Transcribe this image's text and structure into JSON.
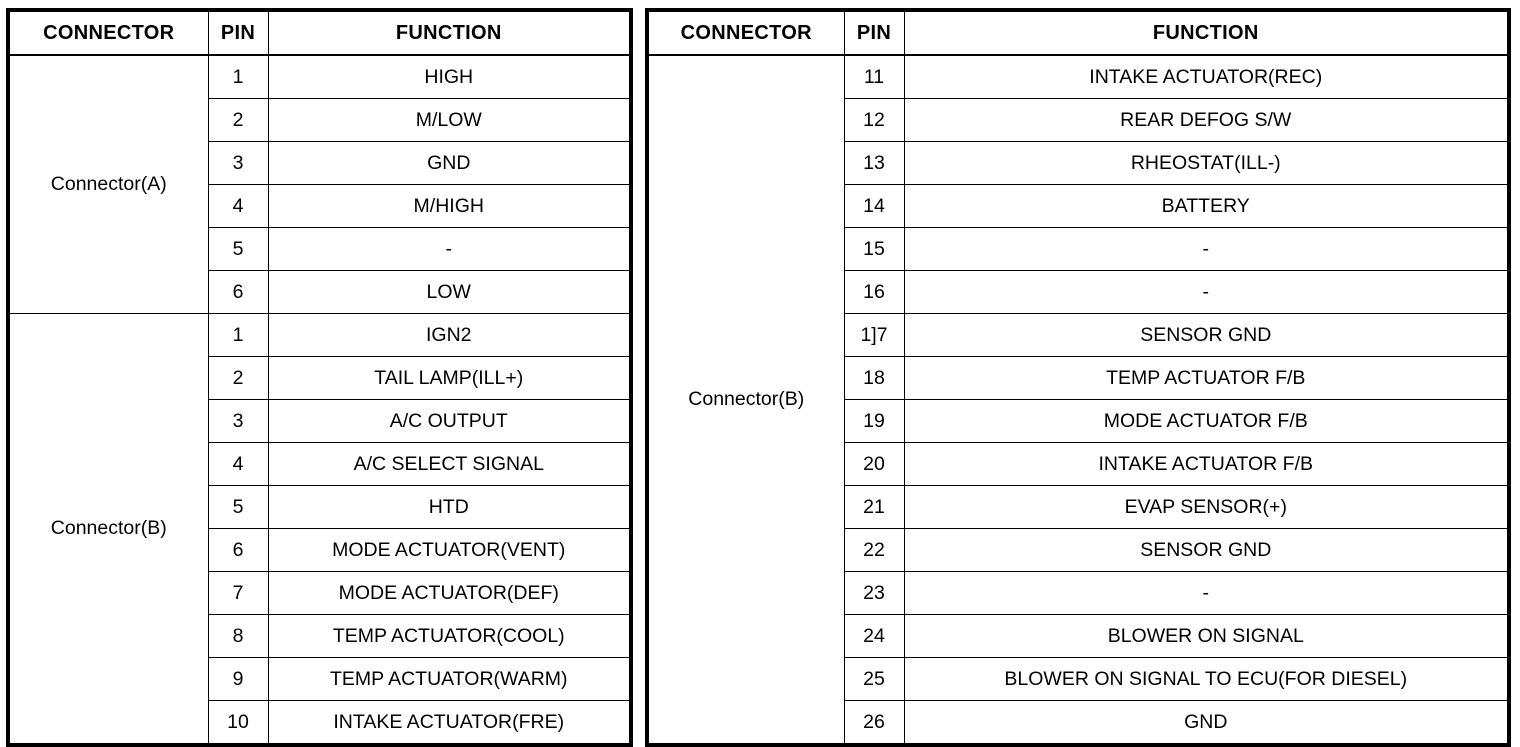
{
  "document": {
    "title": "Connector Pin Function Table",
    "text_color": "#000000",
    "background_color": "#ffffff",
    "border_color": "#000000"
  },
  "headers": {
    "connector": "CONNECTOR",
    "pin": "PIN",
    "function": "FUNCTION"
  },
  "left_table": {
    "columns": [
      "CONNECTOR",
      "PIN",
      "FUNCTION"
    ],
    "groups": [
      {
        "connector": "Connector(A)",
        "rows": [
          {
            "pin": "1",
            "function": "HIGH"
          },
          {
            "pin": "2",
            "function": "M/LOW"
          },
          {
            "pin": "3",
            "function": "GND"
          },
          {
            "pin": "4",
            "function": "M/HIGH"
          },
          {
            "pin": "5",
            "function": "-"
          },
          {
            "pin": "6",
            "function": "LOW"
          }
        ]
      },
      {
        "connector": "Connector(B)",
        "rows": [
          {
            "pin": "1",
            "function": "IGN2"
          },
          {
            "pin": "2",
            "function": "TAIL LAMP(ILL+)"
          },
          {
            "pin": "3",
            "function": "A/C OUTPUT"
          },
          {
            "pin": "4",
            "function": "A/C SELECT SIGNAL"
          },
          {
            "pin": "5",
            "function": "HTD"
          },
          {
            "pin": "6",
            "function": "MODE ACTUATOR(VENT)"
          },
          {
            "pin": "7",
            "function": "MODE ACTUATOR(DEF)"
          },
          {
            "pin": "8",
            "function": "TEMP ACTUATOR(COOL)"
          },
          {
            "pin": "9",
            "function": "TEMP ACTUATOR(WARM)"
          },
          {
            "pin": "10",
            "function": "INTAKE ACTUATOR(FRE)"
          }
        ]
      }
    ]
  },
  "right_table": {
    "columns": [
      "CONNECTOR",
      "PIN",
      "FUNCTION"
    ],
    "groups": [
      {
        "connector": "Connector(B)",
        "rows": [
          {
            "pin": "11",
            "function": "INTAKE ACTUATOR(REC)"
          },
          {
            "pin": "12",
            "function": "REAR DEFOG S/W"
          },
          {
            "pin": "13",
            "function": "RHEOSTAT(ILL-)"
          },
          {
            "pin": "14",
            "function": "BATTERY"
          },
          {
            "pin": "15",
            "function": "-"
          },
          {
            "pin": "16",
            "function": "-"
          },
          {
            "pin": "1]7",
            "function": "SENSOR GND"
          },
          {
            "pin": "18",
            "function": "TEMP ACTUATOR F/B"
          },
          {
            "pin": "19",
            "function": "MODE ACTUATOR F/B"
          },
          {
            "pin": "20",
            "function": "INTAKE ACTUATOR F/B"
          },
          {
            "pin": "21",
            "function": "EVAP SENSOR(+)"
          },
          {
            "pin": "22",
            "function": "SENSOR GND"
          },
          {
            "pin": "23",
            "function": "-"
          },
          {
            "pin": "24",
            "function": "BLOWER ON SIGNAL"
          },
          {
            "pin": "25",
            "function": "BLOWER ON SIGNAL TO ECU(FOR DIESEL)"
          },
          {
            "pin": "26",
            "function": "GND"
          }
        ]
      }
    ]
  }
}
